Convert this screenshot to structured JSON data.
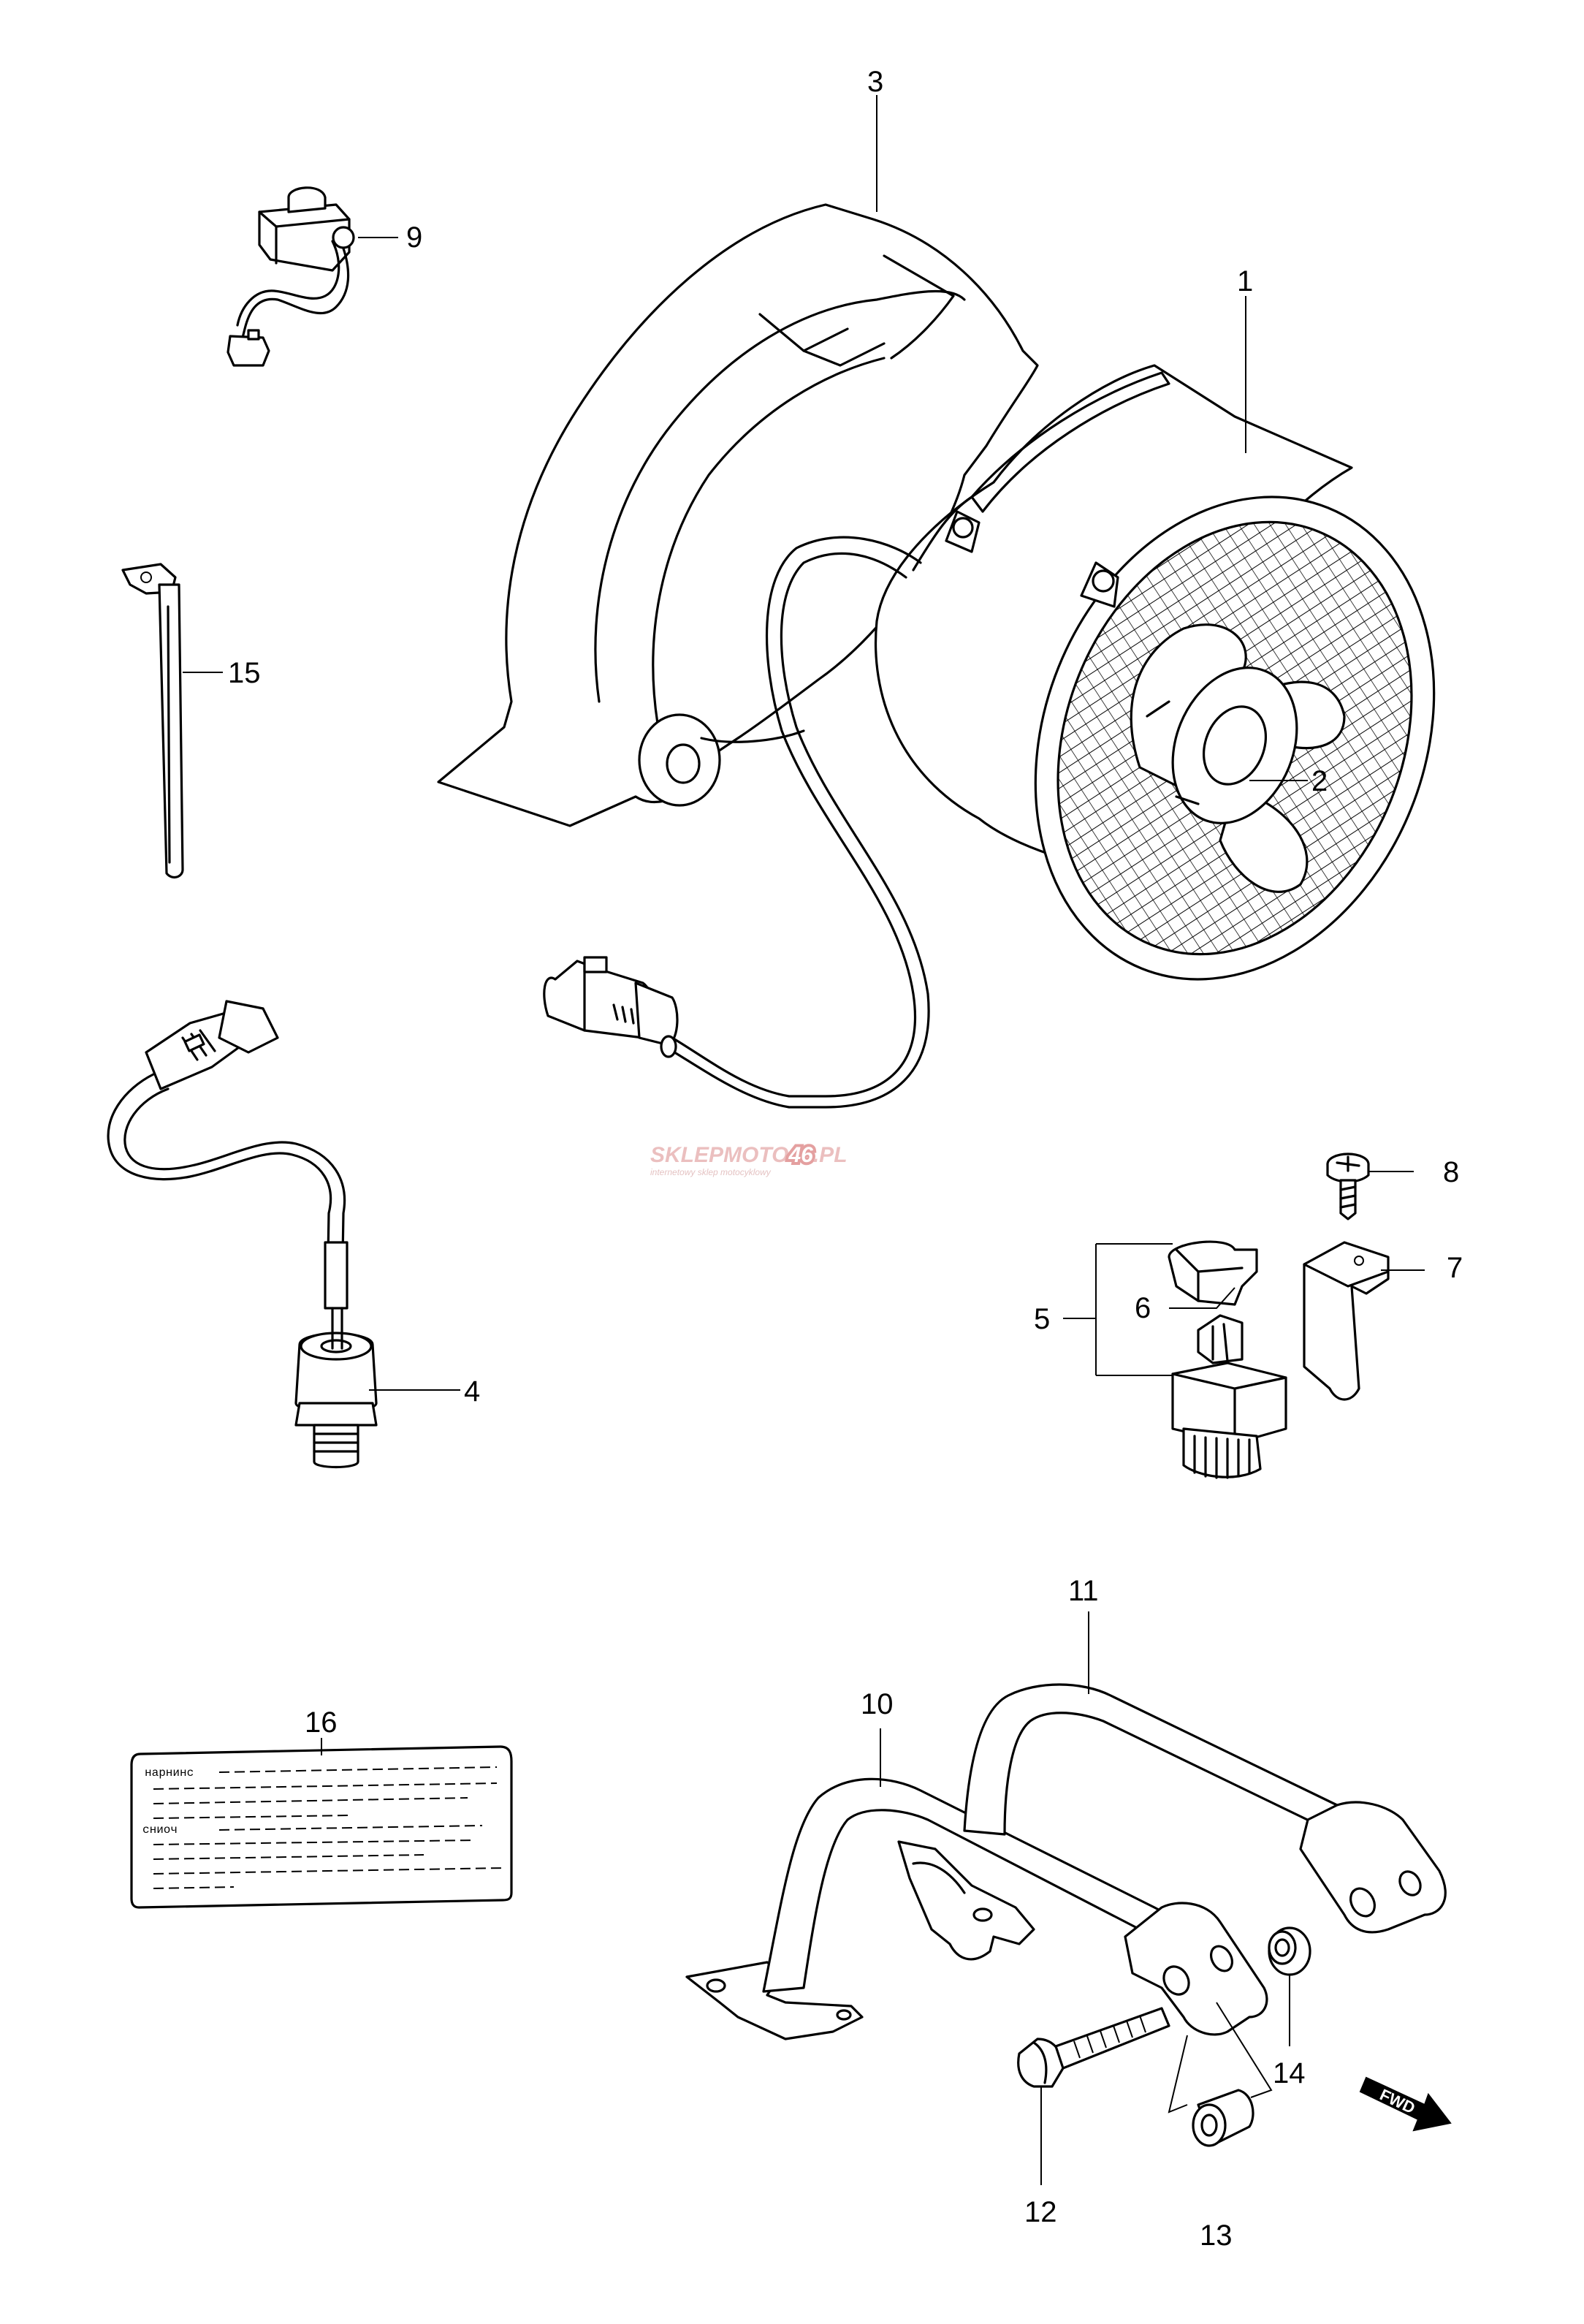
{
  "diagram": {
    "callouts": [
      {
        "id": "p1",
        "text": "1"
      },
      {
        "id": "p2",
        "text": "2"
      },
      {
        "id": "p3",
        "text": "3"
      },
      {
        "id": "p4",
        "text": "4"
      },
      {
        "id": "p5",
        "text": "5"
      },
      {
        "id": "p6",
        "text": "6"
      },
      {
        "id": "p7",
        "text": "7"
      },
      {
        "id": "p8",
        "text": "8"
      },
      {
        "id": "p9",
        "text": "9"
      },
      {
        "id": "p10",
        "text": "10"
      },
      {
        "id": "p11",
        "text": "11"
      },
      {
        "id": "p12",
        "text": "12"
      },
      {
        "id": "p13",
        "text": "13"
      },
      {
        "id": "p14",
        "text": "14"
      },
      {
        "id": "p15",
        "text": "15"
      },
      {
        "id": "p16",
        "text": "16"
      }
    ],
    "direction_marker": "FWD",
    "watermark": {
      "brand_part1": "SKLEPMOTO",
      "brand_part2": "46",
      "brand_part3": ".PL",
      "tagline": "internetowy sklep motocyklowy",
      "color": "#e09090"
    },
    "label_decal": {
      "line1": "нарнинс",
      "line2": "сниоч"
    }
  }
}
